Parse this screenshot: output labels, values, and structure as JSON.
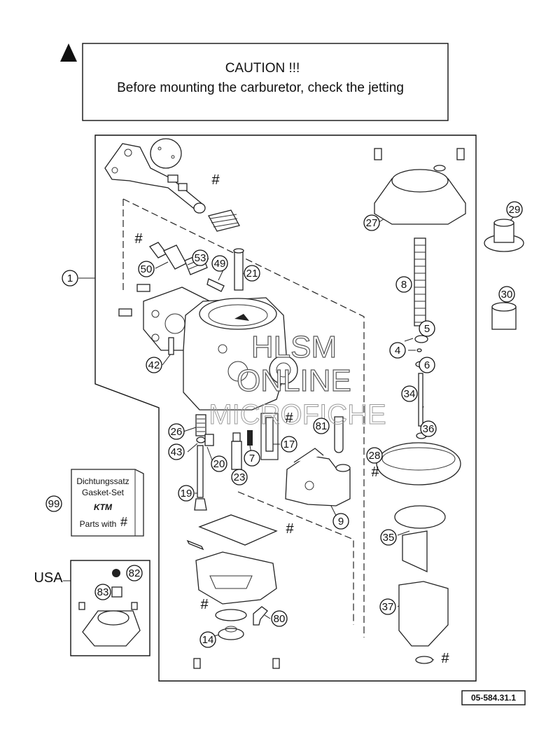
{
  "caution": {
    "title": "CAUTION !!!",
    "message": "Before mounting the carburetor, check the jetting"
  },
  "gasket_set": {
    "line1": "Dichtungssatz",
    "line2": "Gasket-Set",
    "brand": "KTM",
    "line3": "Parts with",
    "symbol": "#"
  },
  "usa_label": "USA",
  "hash_symbol": "#",
  "figure_code": "05-584.31.1",
  "watermark": {
    "line1": "HLSM",
    "line2": "ONLINE",
    "line3": "MICROFICHE"
  },
  "callouts": [
    {
      "id": "c1",
      "label": "1"
    },
    {
      "id": "c4",
      "label": "4"
    },
    {
      "id": "c5",
      "label": "5"
    },
    {
      "id": "c6",
      "label": "6"
    },
    {
      "id": "c7",
      "label": "7"
    },
    {
      "id": "c8",
      "label": "8"
    },
    {
      "id": "c9",
      "label": "9"
    },
    {
      "id": "c14",
      "label": "14"
    },
    {
      "id": "c17",
      "label": "17"
    },
    {
      "id": "c19",
      "label": "19"
    },
    {
      "id": "c20",
      "label": "20"
    },
    {
      "id": "c21",
      "label": "21"
    },
    {
      "id": "c23",
      "label": "23"
    },
    {
      "id": "c26",
      "label": "26"
    },
    {
      "id": "c27",
      "label": "27"
    },
    {
      "id": "c28",
      "label": "28"
    },
    {
      "id": "c29",
      "label": "29"
    },
    {
      "id": "c30",
      "label": "30"
    },
    {
      "id": "c34",
      "label": "34"
    },
    {
      "id": "c35",
      "label": "35"
    },
    {
      "id": "c36",
      "label": "36"
    },
    {
      "id": "c37",
      "label": "37"
    },
    {
      "id": "c42",
      "label": "42"
    },
    {
      "id": "c43",
      "label": "43"
    },
    {
      "id": "c49",
      "label": "49"
    },
    {
      "id": "c50",
      "label": "50"
    },
    {
      "id": "c53",
      "label": "53"
    },
    {
      "id": "c80",
      "label": "80"
    },
    {
      "id": "c81",
      "label": "81"
    },
    {
      "id": "c82",
      "label": "82"
    },
    {
      "id": "c83",
      "label": "83"
    },
    {
      "id": "c99",
      "label": "99"
    }
  ]
}
